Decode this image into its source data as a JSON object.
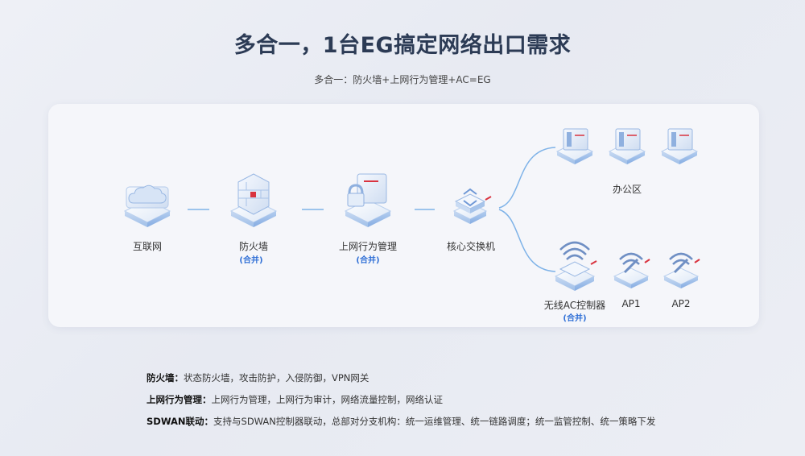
{
  "title": "多合一，1台EG搞定网络出口需求",
  "subtitle": "多合一：防火墙+上网行为管理+AC=EG",
  "nodes": {
    "internet": "互联网",
    "firewall": "防火墙",
    "behavior": "上网行为管理",
    "core_switch": "核心交换机",
    "office": "办公区",
    "ac": "无线AC控制器",
    "ap1": "AP1",
    "ap2": "AP2",
    "merged_tag": "(合并)"
  },
  "descriptions": [
    {
      "term": "防火墙：",
      "text": "状态防火墙，攻击防护，入侵防御，VPN网关"
    },
    {
      "term": "上网行为管理：",
      "text": "上网行为管理，上网行为审计，网络流量控制，网络认证"
    },
    {
      "term": "SDWAN联动：",
      "text": "支持与SDWAN控制器联动，总部对分支机构：统一运维管理、统一链路调度；统一监管控制、统一策略下发"
    }
  ],
  "colors": {
    "accent": "#2f6fd6",
    "line": "#7fb3e8",
    "title": "#2c3b55"
  }
}
